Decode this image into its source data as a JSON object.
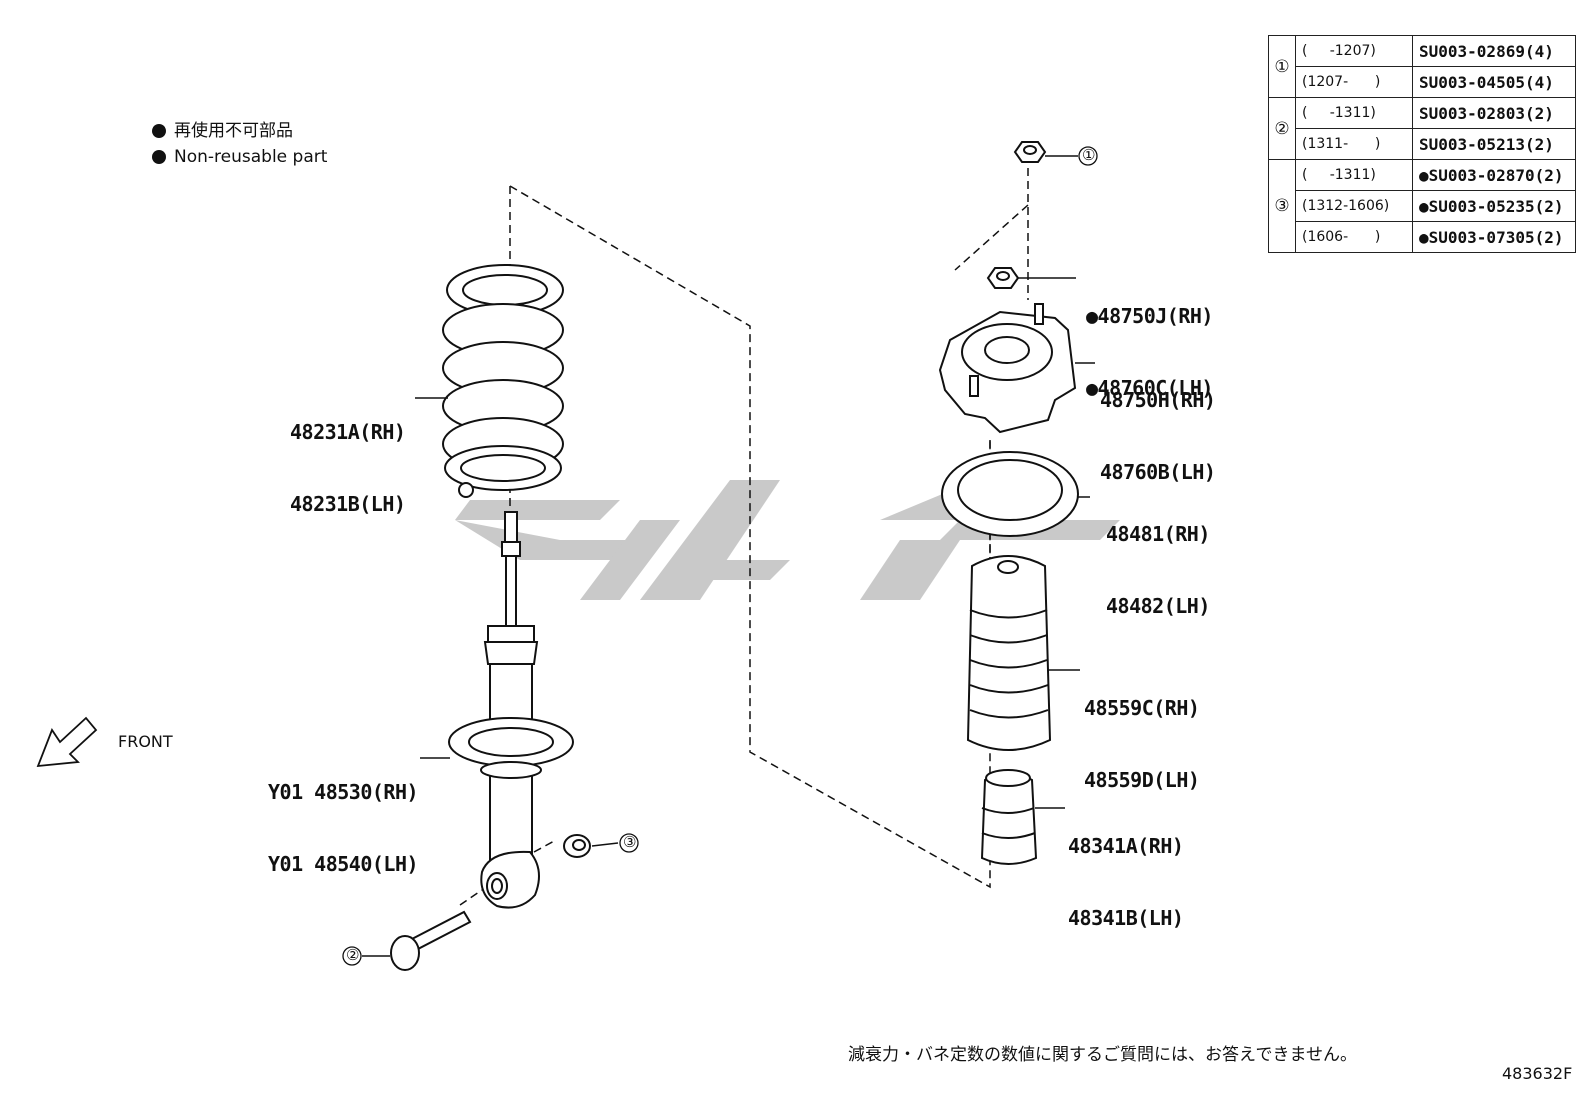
{
  "legend": {
    "jp": "再使用不可部品",
    "en": "Non-reusable part"
  },
  "front_label": "FRONT",
  "labels": {
    "spring": [
      "48231A(RH)",
      "48231B(LH)"
    ],
    "shock": [
      "Y01 48530(RH)",
      "Y01 48540(LH)"
    ],
    "nut_top": [
      "●48750J(RH)",
      "●48760C(LH)"
    ],
    "mount": [
      "48750H(RH)",
      "48760B(LH)"
    ],
    "bearing": [
      "48481(RH)",
      "48482(LH)"
    ],
    "boot": [
      "48559C(RH)",
      "48559D(LH)"
    ],
    "bumper": [
      "48341A(RH)",
      "48341B(LH)"
    ]
  },
  "callouts": {
    "c1": "①",
    "c2": "②",
    "c3": "③"
  },
  "ref_table": [
    {
      "group": "①",
      "range": "(     -1207)",
      "part": "SU003-02869(4)"
    },
    {
      "group": "",
      "range": "(1207-      )",
      "part": "SU003-04505(4)"
    },
    {
      "group": "②",
      "range": "(     -1311)",
      "part": "SU003-02803(2)"
    },
    {
      "group": "",
      "range": "(1311-      )",
      "part": "SU003-05213(2)"
    },
    {
      "group": "③",
      "range": "(     -1311)",
      "part": "●SU003-02870(2)"
    },
    {
      "group": "",
      "range": "(1312-1606)",
      "part": "●SU003-05235(2)"
    },
    {
      "group": "",
      "range": "(1606-      )",
      "part": "●SU003-07305(2)"
    }
  ],
  "disclaimer": "減衰力・バネ定数の数値に関するご質問には、お答えできません。",
  "doc_number": "483632F",
  "colors": {
    "line": "#111111",
    "watermark": "#c8c8c8"
  }
}
